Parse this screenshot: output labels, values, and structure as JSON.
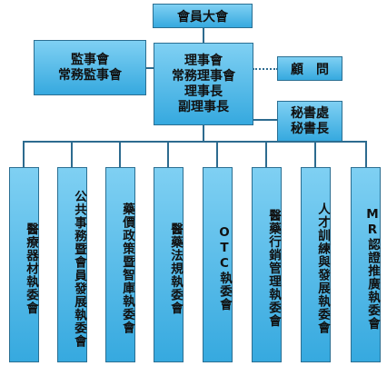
{
  "org_chart": {
    "general_assembly": "會員大會",
    "supervisors": "監事會\n常務監事會",
    "board": "理事會\n常務理事會\n理事長\n副理事長",
    "advisors": "顧　問",
    "secretariat": "秘書處\n秘書長",
    "committees": [
      "醫療器材執委會",
      "公共事務暨會員發展執委會",
      "藥價政策暨智庫執委會",
      "醫藥法規執委會",
      "OTC執委會",
      "醫藥行銷管理執委會",
      "人才訓練與發展執委會",
      "MR認證推廣執委會"
    ]
  },
  "colors": {
    "box_fill_top": "#7fd0f3",
    "box_fill_bottom": "#36a9df",
    "line": "#2d6b8f"
  }
}
